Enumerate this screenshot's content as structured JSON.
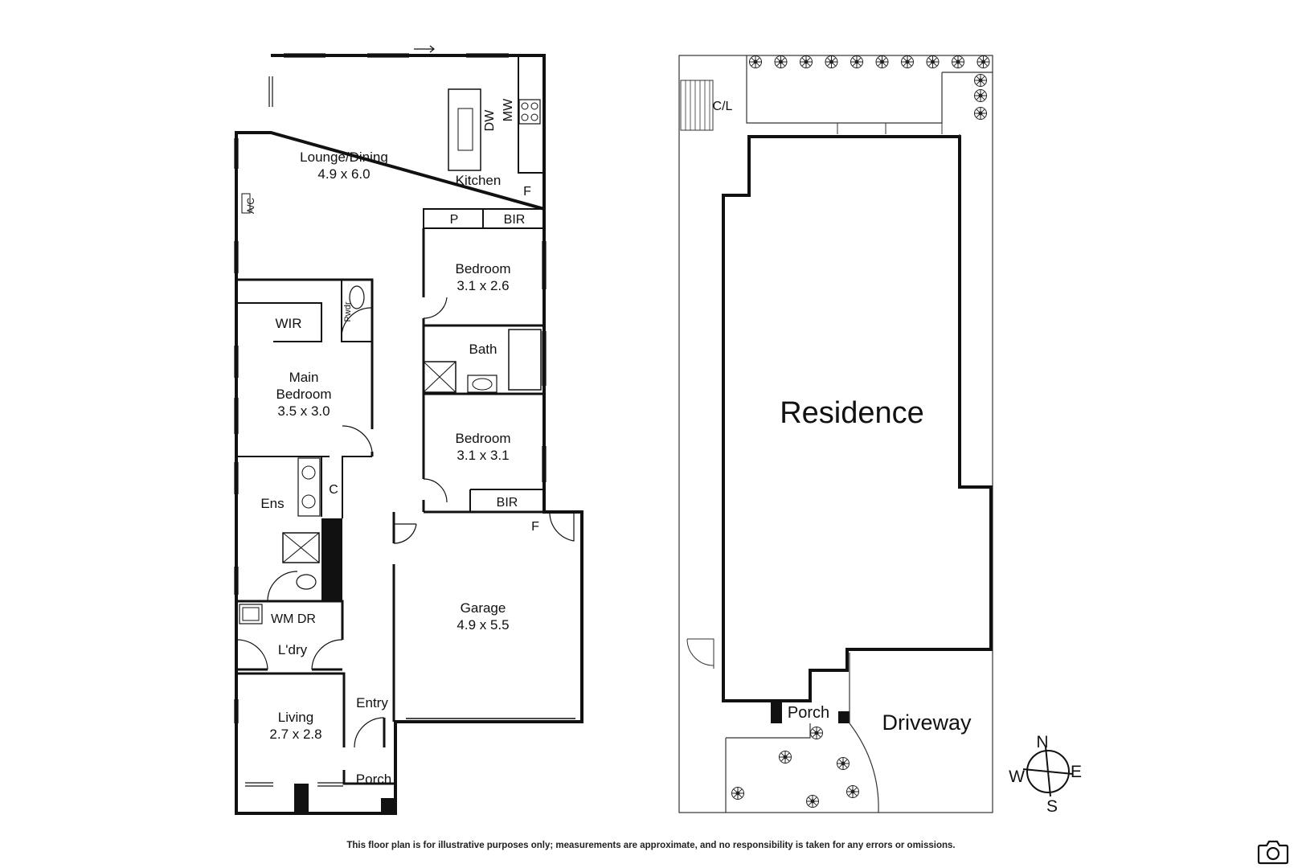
{
  "floor_plan": {
    "rooms": {
      "lounge_dining": {
        "name": "Lounge/Dining",
        "size": "4.9 x 6.0"
      },
      "kitchen": {
        "name": "Kitchen"
      },
      "bedroom_1": {
        "name": "Bedroom",
        "size": "3.1 x 2.6"
      },
      "bath": {
        "name": "Bath"
      },
      "bedroom_2": {
        "name": "Bedroom",
        "size": "3.1 x 3.1"
      },
      "wir": {
        "name": "WIR"
      },
      "main_bedroom": {
        "name_line1": "Main",
        "name_line2": "Bedroom",
        "size": "3.5 x 3.0"
      },
      "ensuite": {
        "name": "Ens"
      },
      "laundry": {
        "name": "L'dry"
      },
      "living": {
        "name": "Living",
        "size": "2.7 x 2.8"
      },
      "entry": {
        "name": "Entry"
      },
      "porch": {
        "name": "Porch"
      },
      "garage": {
        "name": "Garage",
        "size": "4.9 x 5.5"
      }
    },
    "fixtures": {
      "ac": "A/C",
      "dishwasher": "DW",
      "microwave": "MW",
      "fridge_kitchen": "F",
      "pantry": "P",
      "bir_1": "BIR",
      "bir_2": "BIR",
      "powder": "Pwdr",
      "cupboard": "C",
      "washer_dryer": "WM DR",
      "fridge_garage": "F"
    }
  },
  "site_plan": {
    "residence": "Residence",
    "porch": "Porch",
    "driveway": "Driveway",
    "clothesline": "C/L"
  },
  "compass": {
    "n": "N",
    "e": "E",
    "s": "S",
    "w": "W"
  },
  "disclaimer": "This floor plan is for illustrative purposes only; measurements are approximate, and no responsibility is taken for any errors or omissions.",
  "colors": {
    "wall": "#111111",
    "line": "#333333"
  }
}
